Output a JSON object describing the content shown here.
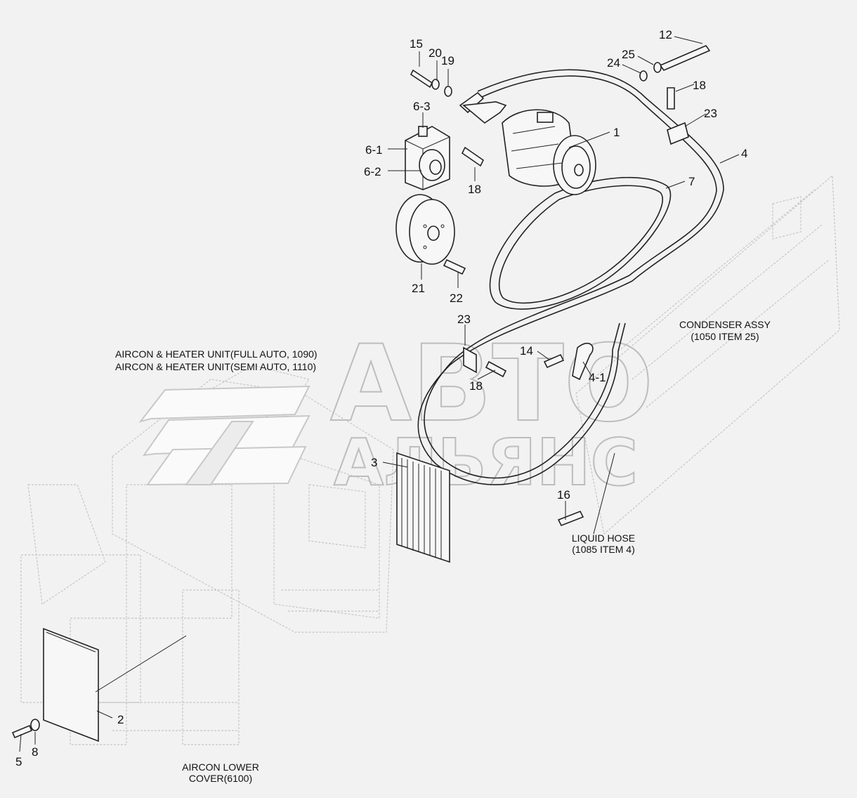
{
  "watermark": {
    "line1": "АВТО",
    "line2": "АЛЬЯНС"
  },
  "notes": {
    "aircon_full_auto": "AIRCON & HEATER UNIT(FULL AUTO, 1090)",
    "aircon_semi_auto": "AIRCON & HEATER UNIT(SEMI AUTO, 1110)",
    "condenser_line1": "CONDENSER ASSY",
    "condenser_line2": "(1050 ITEM 25)",
    "liquid_hose_line1": "LIQUID HOSE",
    "liquid_hose_line2": "(1085 ITEM 4)",
    "lower_cover_line1": "AIRCON LOWER",
    "lower_cover_line2": "COVER(6100)"
  },
  "callouts": {
    "c1": "1",
    "c2": "2",
    "c3": "3",
    "c4": "4",
    "c4_1": "4-1",
    "c5": "5",
    "c6_1": "6-1",
    "c6_2": "6-2",
    "c6_3": "6-3",
    "c7": "7",
    "c8": "8",
    "c12": "12",
    "c14": "14",
    "c15": "15",
    "c16": "16",
    "c18a": "18",
    "c18b": "18",
    "c18c": "18",
    "c19": "19",
    "c20": "20",
    "c21": "21",
    "c22": "22",
    "c23a": "23",
    "c23b": "23",
    "c24": "24",
    "c25": "25"
  },
  "colors": {
    "background": "#f2f2f2",
    "ink": "#222222",
    "watermark": "#bdbdbd",
    "ghost": "#c6c6c6"
  }
}
